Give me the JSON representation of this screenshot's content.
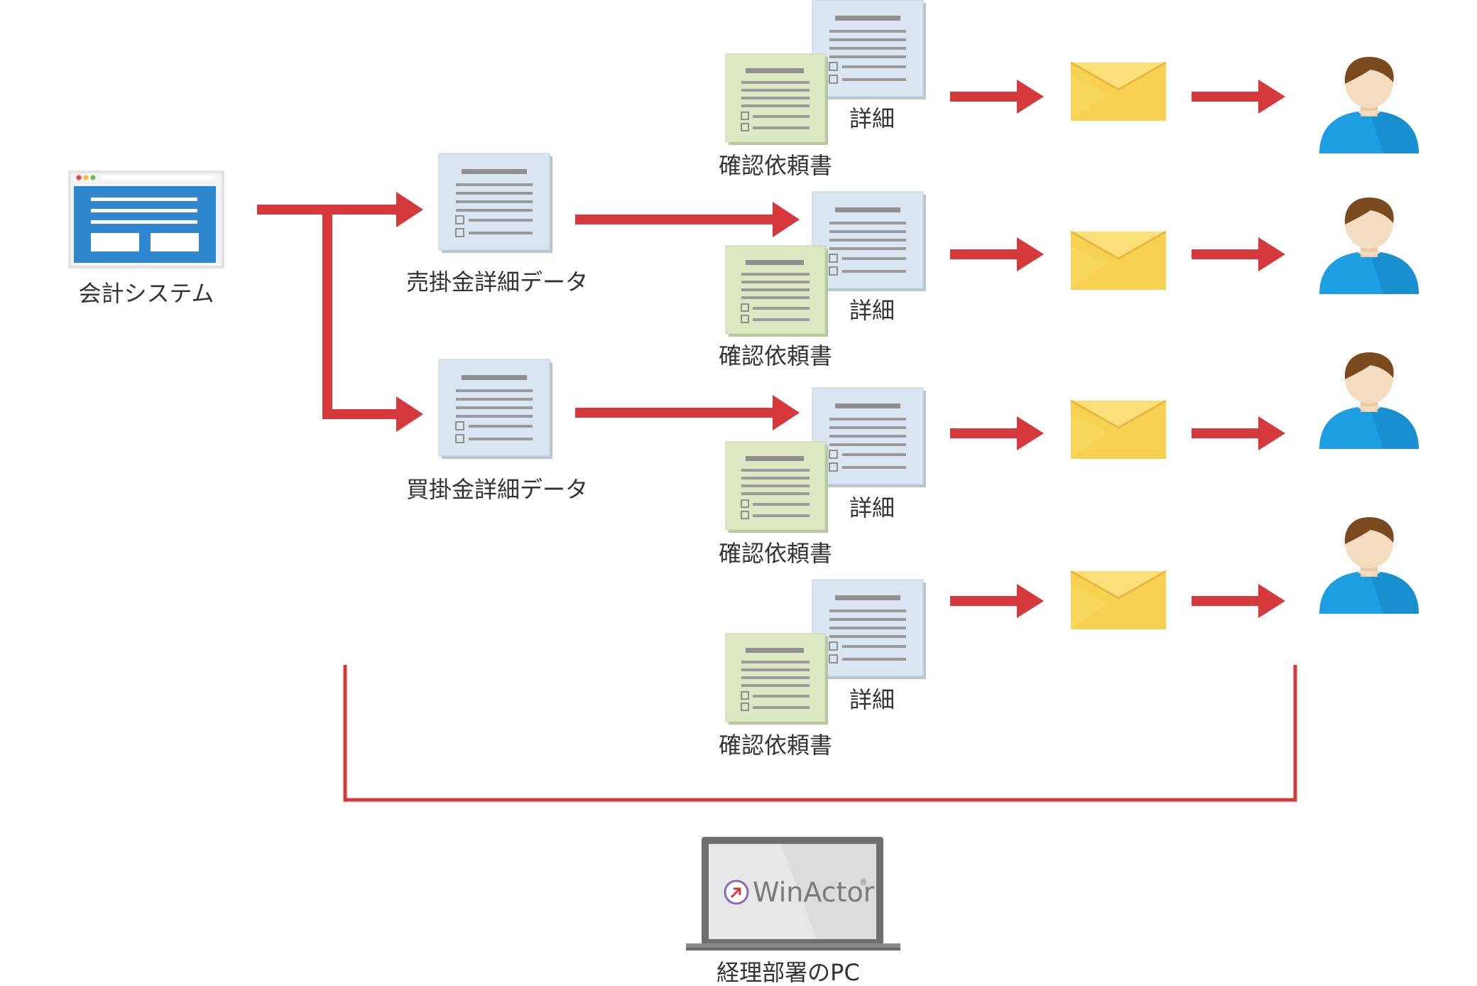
{
  "nodes": {
    "source_system": {
      "label": "会計システム"
    },
    "receivable_data": {
      "label": "売掛金詳細データ"
    },
    "payable_data": {
      "label": "買掛金詳細データ"
    },
    "document_sets": [
      {
        "request_label": "確認依頼書",
        "detail_label": "詳細"
      },
      {
        "request_label": "確認依頼書",
        "detail_label": "詳細"
      },
      {
        "request_label": "確認依頼書",
        "detail_label": "詳細"
      },
      {
        "request_label": "確認依頼書",
        "detail_label": "詳細"
      }
    ],
    "mail_count": 4,
    "recipient_count": 4,
    "pc": {
      "label": "経理部署のPC",
      "brand": "WinActor",
      "trademark": "®"
    }
  },
  "colors": {
    "arrow": "#d5393b",
    "app_window": "#2f87d0",
    "data_sheet": "#d9e6f1",
    "request_sheet": "#dbe8c2",
    "envelope": "#f6d153",
    "person_shirt": "#1e9ee2",
    "person_hair": "#7b4a1e",
    "person_skin": "#f4dcc0",
    "laptop": "#777777"
  },
  "icons": {
    "source_system": "app-window-icon",
    "data_sheet": "document-icon",
    "mail": "envelope-icon",
    "recipient": "person-icon",
    "pc": "laptop-icon"
  }
}
